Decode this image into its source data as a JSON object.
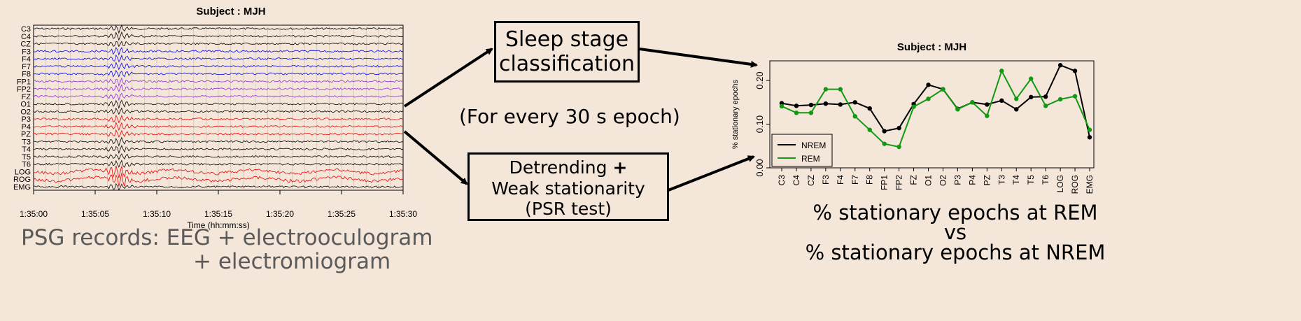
{
  "eeg_panel": {
    "title": "Subject : MJH",
    "channels": [
      {
        "label": "C3",
        "color": "#000000"
      },
      {
        "label": "C4",
        "color": "#000000"
      },
      {
        "label": "CZ",
        "color": "#000000"
      },
      {
        "label": "F3",
        "color": "#0000ee"
      },
      {
        "label": "F4",
        "color": "#0000ee"
      },
      {
        "label": "F7",
        "color": "#0000ee"
      },
      {
        "label": "F8",
        "color": "#0000ee"
      },
      {
        "label": "FP1",
        "color": "#8a2be2"
      },
      {
        "label": "FP2",
        "color": "#8a2be2"
      },
      {
        "label": "FZ",
        "color": "#8a2be2"
      },
      {
        "label": "O1",
        "color": "#000000"
      },
      {
        "label": "O2",
        "color": "#000000"
      },
      {
        "label": "P3",
        "color": "#ee0000"
      },
      {
        "label": "P4",
        "color": "#ee0000"
      },
      {
        "label": "PZ",
        "color": "#ee0000"
      },
      {
        "label": "T3",
        "color": "#000000"
      },
      {
        "label": "T4",
        "color": "#000000"
      },
      {
        "label": "T5",
        "color": "#000000"
      },
      {
        "label": "T6",
        "color": "#000000"
      },
      {
        "label": "LOG",
        "color": "#ee0000"
      },
      {
        "label": "ROG",
        "color": "#ee0000"
      },
      {
        "label": "EMG",
        "color": "#000000"
      }
    ],
    "time_ticks": [
      "1:35:00",
      "1:35:05",
      "1:35:10",
      "1:35:15",
      "1:35:20",
      "1:35:25",
      "1:35:30"
    ],
    "xlabel": "Time (hh:mm:ss)"
  },
  "psg_caption": {
    "line1": "PSG records: EEG + electrooculogram",
    "line2": "+ electromiogram"
  },
  "boxes": {
    "sleep_stage": {
      "line1": "Sleep stage",
      "line2": "classification"
    },
    "detrending": {
      "line1": "Detrending",
      "plus": "+",
      "line2": "Weak stationarity",
      "line3": "(PSR test)"
    }
  },
  "epoch_note": "(For every 30 s epoch)",
  "result_caption": {
    "line1": "% stationary epochs at REM",
    "line2": "vs",
    "line3": "% stationary epochs at NREM"
  },
  "chart_data": {
    "type": "line",
    "title": "Subject : MJH",
    "ylabel": "% stationary epochs",
    "xlabel": "",
    "categories": [
      "C3",
      "C4",
      "CZ",
      "F3",
      "F4",
      "F7",
      "F8",
      "FP1",
      "FP2",
      "FZ",
      "O1",
      "O2",
      "P3",
      "P4",
      "PZ",
      "T3",
      "T4",
      "T5",
      "T6",
      "LOG",
      "ROG",
      "EMG"
    ],
    "yticks": [
      "0.00",
      "0.10",
      "0.20"
    ],
    "ylim": [
      0,
      0.245
    ],
    "legend_position": "bottom-left",
    "series": [
      {
        "name": "NREM",
        "color": "#000000",
        "values": [
          0.148,
          0.142,
          0.144,
          0.147,
          0.145,
          0.15,
          0.136,
          0.084,
          0.091,
          0.146,
          0.19,
          0.18,
          0.135,
          0.15,
          0.145,
          0.154,
          0.134,
          0.162,
          0.163,
          0.235,
          0.222,
          0.07
        ]
      },
      {
        "name": "REM",
        "color": "#119911",
        "values": [
          0.141,
          0.126,
          0.126,
          0.18,
          0.18,
          0.118,
          0.087,
          0.055,
          0.048,
          0.14,
          0.158,
          0.18,
          0.134,
          0.15,
          0.119,
          0.222,
          0.158,
          0.204,
          0.142,
          0.157,
          0.164,
          0.087
        ]
      }
    ]
  }
}
